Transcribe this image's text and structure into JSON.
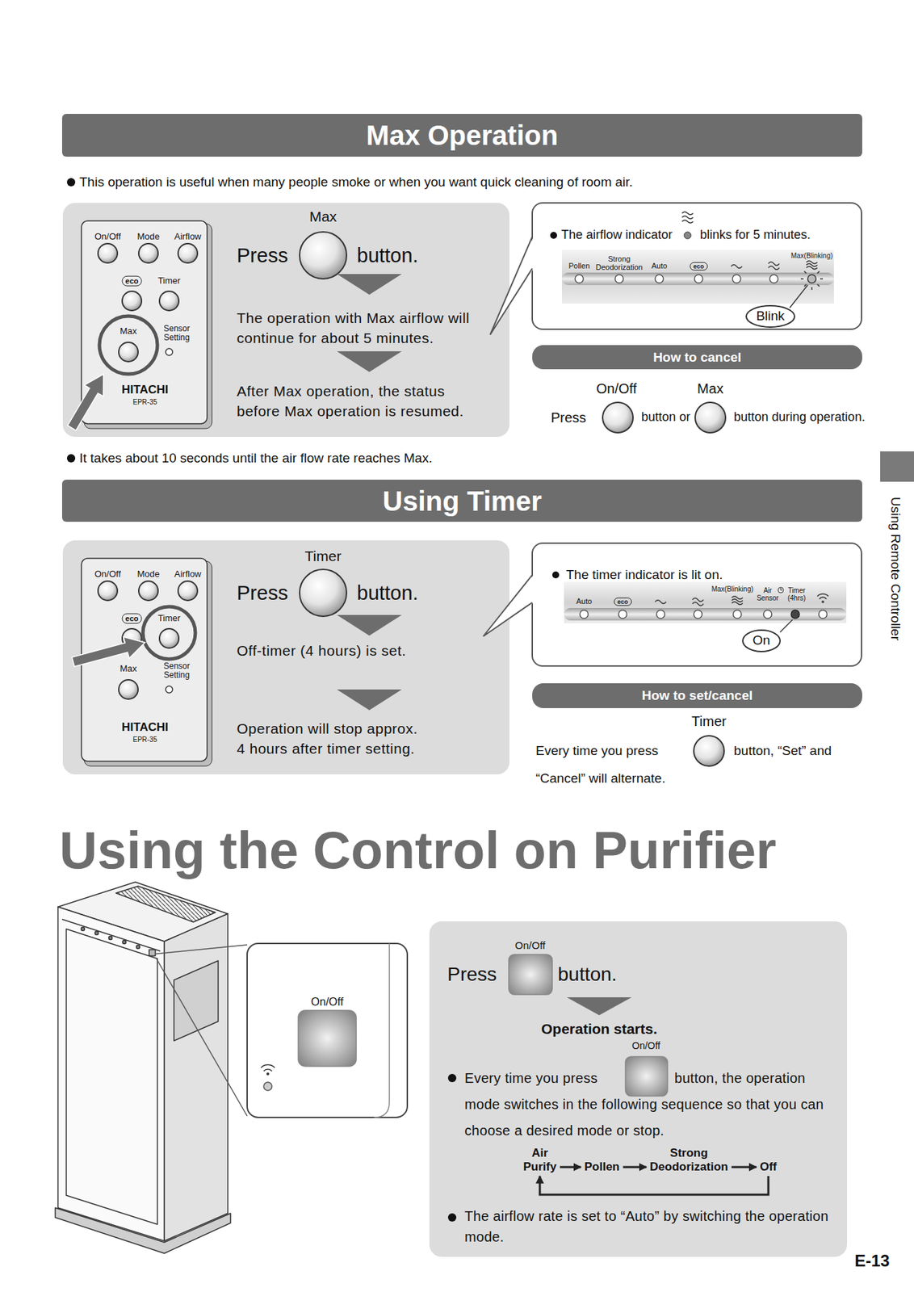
{
  "diagram": {
    "title": "Using the Control on Purifier",
    "nodes": [
      {
        "text": [
          "Max Operation"
        ]
      },
      {
        "text": [
          "Max",
          "Press",
          "button.",
          "The operation with Max airflow will continue for about 5 minutes.",
          "After Max operation, the status before Max operation is resumed."
        ]
      },
      {
        "text": [
          "On/Off",
          "Mode",
          "Airflow",
          "eco",
          "Timer",
          "Max",
          "Sensor Setting",
          "HITACHI",
          "EPR-35"
        ],
        "in": 1
      },
      {
        "text": [
          "The airflow indicator",
          "blinks for 5 minutes.",
          "Pollen",
          "Strong Deodorization",
          "Auto",
          "eco",
          "Max(Blinking)"
        ]
      },
      {
        "text": [
          "Blink"
        ],
        "in": 3
      },
      {
        "text": [
          "How to cancel"
        ]
      },
      {
        "text": [
          "Using Timer"
        ]
      },
      {
        "text": [
          "Timer",
          "Press",
          "button.",
          "Off-timer (4 hours) is set.",
          "Operation will stop approx. 4 hours after timer setting."
        ]
      },
      {
        "text": [
          "On/Off",
          "Mode",
          "Airflow",
          "eco",
          "Timer",
          "Max",
          "Sensor Setting",
          "HITACHI",
          "EPR-35"
        ],
        "in": 7
      },
      {
        "text": [
          "The timer indicator is lit on.",
          "Auto",
          "eco",
          "Max(Blinking)",
          "Air Sensor",
          "Timer (4hrs)"
        ]
      },
      {
        "text": [
          "On"
        ],
        "in": 9
      },
      {
        "text": [
          "How to set/cancel"
        ]
      },
      {
        "text": [
          "On/Off"
        ]
      },
      {
        "text": [
          "On/Off",
          "Press",
          "button.",
          "Operation starts.",
          "On/Off",
          "Every time you press",
          "button, the operation mode switches in the following sequence so that you can choose a desired mode or stop.",
          "The airflow rate is set to “Auto” by switching the operation mode."
        ]
      },
      {
        "text": [
          "Air Purify"
        ],
        "in": 13
      },
      {
        "text": [
          "Pollen"
        ],
        "in": 13
      },
      {
        "text": [
          "Strong Deodorization"
        ],
        "in": 13
      },
      {
        "text": [
          "Off"
        ],
        "in": 13
      }
    ],
    "edges": [
      {
        "from": 14,
        "to": 15,
        "arrow": "to"
      },
      {
        "from": 15,
        "to": 16,
        "arrow": "to"
      },
      {
        "from": 16,
        "to": 17,
        "arrow": "to"
      },
      {
        "from": 17,
        "to": 14,
        "arrow": "to"
      }
    ],
    "labels": [
      "This operation is useful when many people smoke or when you want quick cleaning of room air.",
      "On/Off",
      "Max",
      "Press",
      "button or",
      "button during operation.",
      "It takes about 10 seconds until the air flow rate reaches Max.",
      "Timer",
      "Every time you press",
      "button, “Set” and “Cancel” will alternate.",
      "E-13",
      "Using Remote Controller"
    ]
  }
}
